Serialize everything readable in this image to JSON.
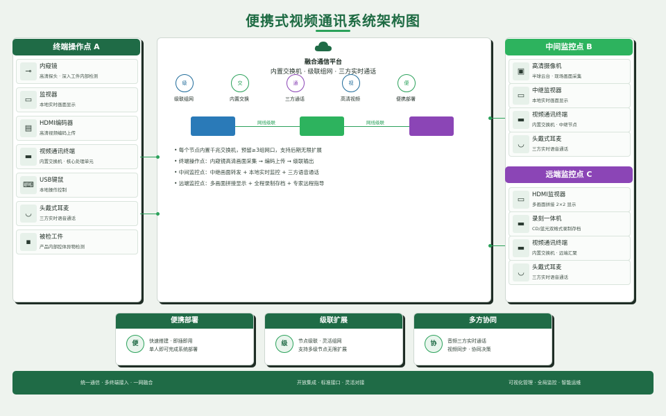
{
  "title": "便携式视频通讯系统架构图",
  "terminal_a": {
    "heading": "终端操作点  A",
    "items": [
      {
        "name": "内窥镜",
        "desc": "高清探头 · 深入工件内部检测",
        "icon": "probe-icon"
      },
      {
        "name": "监视器",
        "desc": "本地实时画面显示",
        "icon": "monitor-icon"
      },
      {
        "name": "HDMI编码器",
        "desc": "高清视频编码上传",
        "icon": "encoder-icon"
      },
      {
        "name": "视频通讯终端",
        "desc": "内置交换机 · 核心处理单元",
        "icon": "terminal-icon"
      },
      {
        "name": "USB键鼠",
        "desc": "本地操作控制",
        "icon": "keyboard-icon"
      },
      {
        "name": "头戴式耳麦",
        "desc": "三方实时语音通话",
        "icon": "headset-icon"
      },
      {
        "name": "被检工件",
        "desc": "产品内部腔体异物检测",
        "icon": "workpiece-icon"
      }
    ]
  },
  "platform": {
    "title": "融合通信平台",
    "subtitle": "内置交换机 · 级联组网 · 三方实时通话",
    "nodes": [
      {
        "char": "级",
        "label": "级联组网",
        "color": "#1f6b9a"
      },
      {
        "char": "交",
        "label": "内置交换",
        "color": "#2aa15a"
      },
      {
        "char": "通",
        "label": "三方通话",
        "color": "#8b45b6"
      },
      {
        "char": "视",
        "label": "高清视频",
        "color": "#1f6b9a"
      },
      {
        "char": "便",
        "label": "便携部署",
        "color": "#2aa15a"
      }
    ],
    "link_label_1": "网线级联",
    "link_label_2": "网线级联",
    "block_colors": [
      "#2a7ab8",
      "#2db35e",
      "#8b45b6"
    ],
    "bullets": [
      "• 每个节点内置千兆交换机，预留≥3组网口，支持后期无限扩展",
      "• 终端操作点：内窥镜高清画面采集 ➞ 编码上传 ➞ 级联输出",
      "• 中间监控点：中继画面转发 + 本地实时监控 + 三方语音通话",
      "• 远端监控点：多画面拼接显示 + 全程录制存档 + 专家远程指导"
    ]
  },
  "middle_b": {
    "heading": "中间监控点  B",
    "items": [
      {
        "name": "高清摄像机",
        "desc": "半球云台 · 现场画面采集",
        "icon": "camera-icon"
      },
      {
        "name": "中继监视器",
        "desc": "本地实时画面显示",
        "icon": "monitor-icon"
      },
      {
        "name": "视频通讯终端",
        "desc": "内置交换机 · 中继节点",
        "icon": "terminal-icon"
      },
      {
        "name": "头戴式耳麦",
        "desc": "三方实时语音通话",
        "icon": "headset-icon"
      }
    ]
  },
  "remote_c": {
    "heading": "远端监控点  C",
    "items": [
      {
        "name": "HDMI监视器",
        "desc": "多画面拼接 2×2 显示",
        "icon": "monitor-icon"
      },
      {
        "name": "录刻一体机",
        "desc": "CD/蓝光双格式录制存档",
        "icon": "recorder-icon"
      },
      {
        "name": "视频通讯终端",
        "desc": "内置交换机 · 远端汇聚",
        "icon": "terminal-icon"
      },
      {
        "name": "头戴式耳麦",
        "desc": "三方实时语音通话",
        "icon": "headset-icon"
      }
    ]
  },
  "features": [
    {
      "heading": "便携部署",
      "char": "便",
      "line1": "快速搭建 · 即插即用",
      "line2": "单人即可完成系统部署"
    },
    {
      "heading": "级联扩展",
      "char": "级",
      "line1": "节点级联 · 灵活组网",
      "line2": "支持多级节点无限扩展"
    },
    {
      "heading": "多方协同",
      "char": "协",
      "line1": "音频三方实时通话",
      "line2": "视频同步 · 协同决策"
    }
  ],
  "footer": {
    "left": "统一通信 · 多终端接入 · 一网融合",
    "center": "开放集成 · 标准接口 · 灵活对接",
    "right": "可视化管理 · 全局监控 · 智能运维"
  }
}
